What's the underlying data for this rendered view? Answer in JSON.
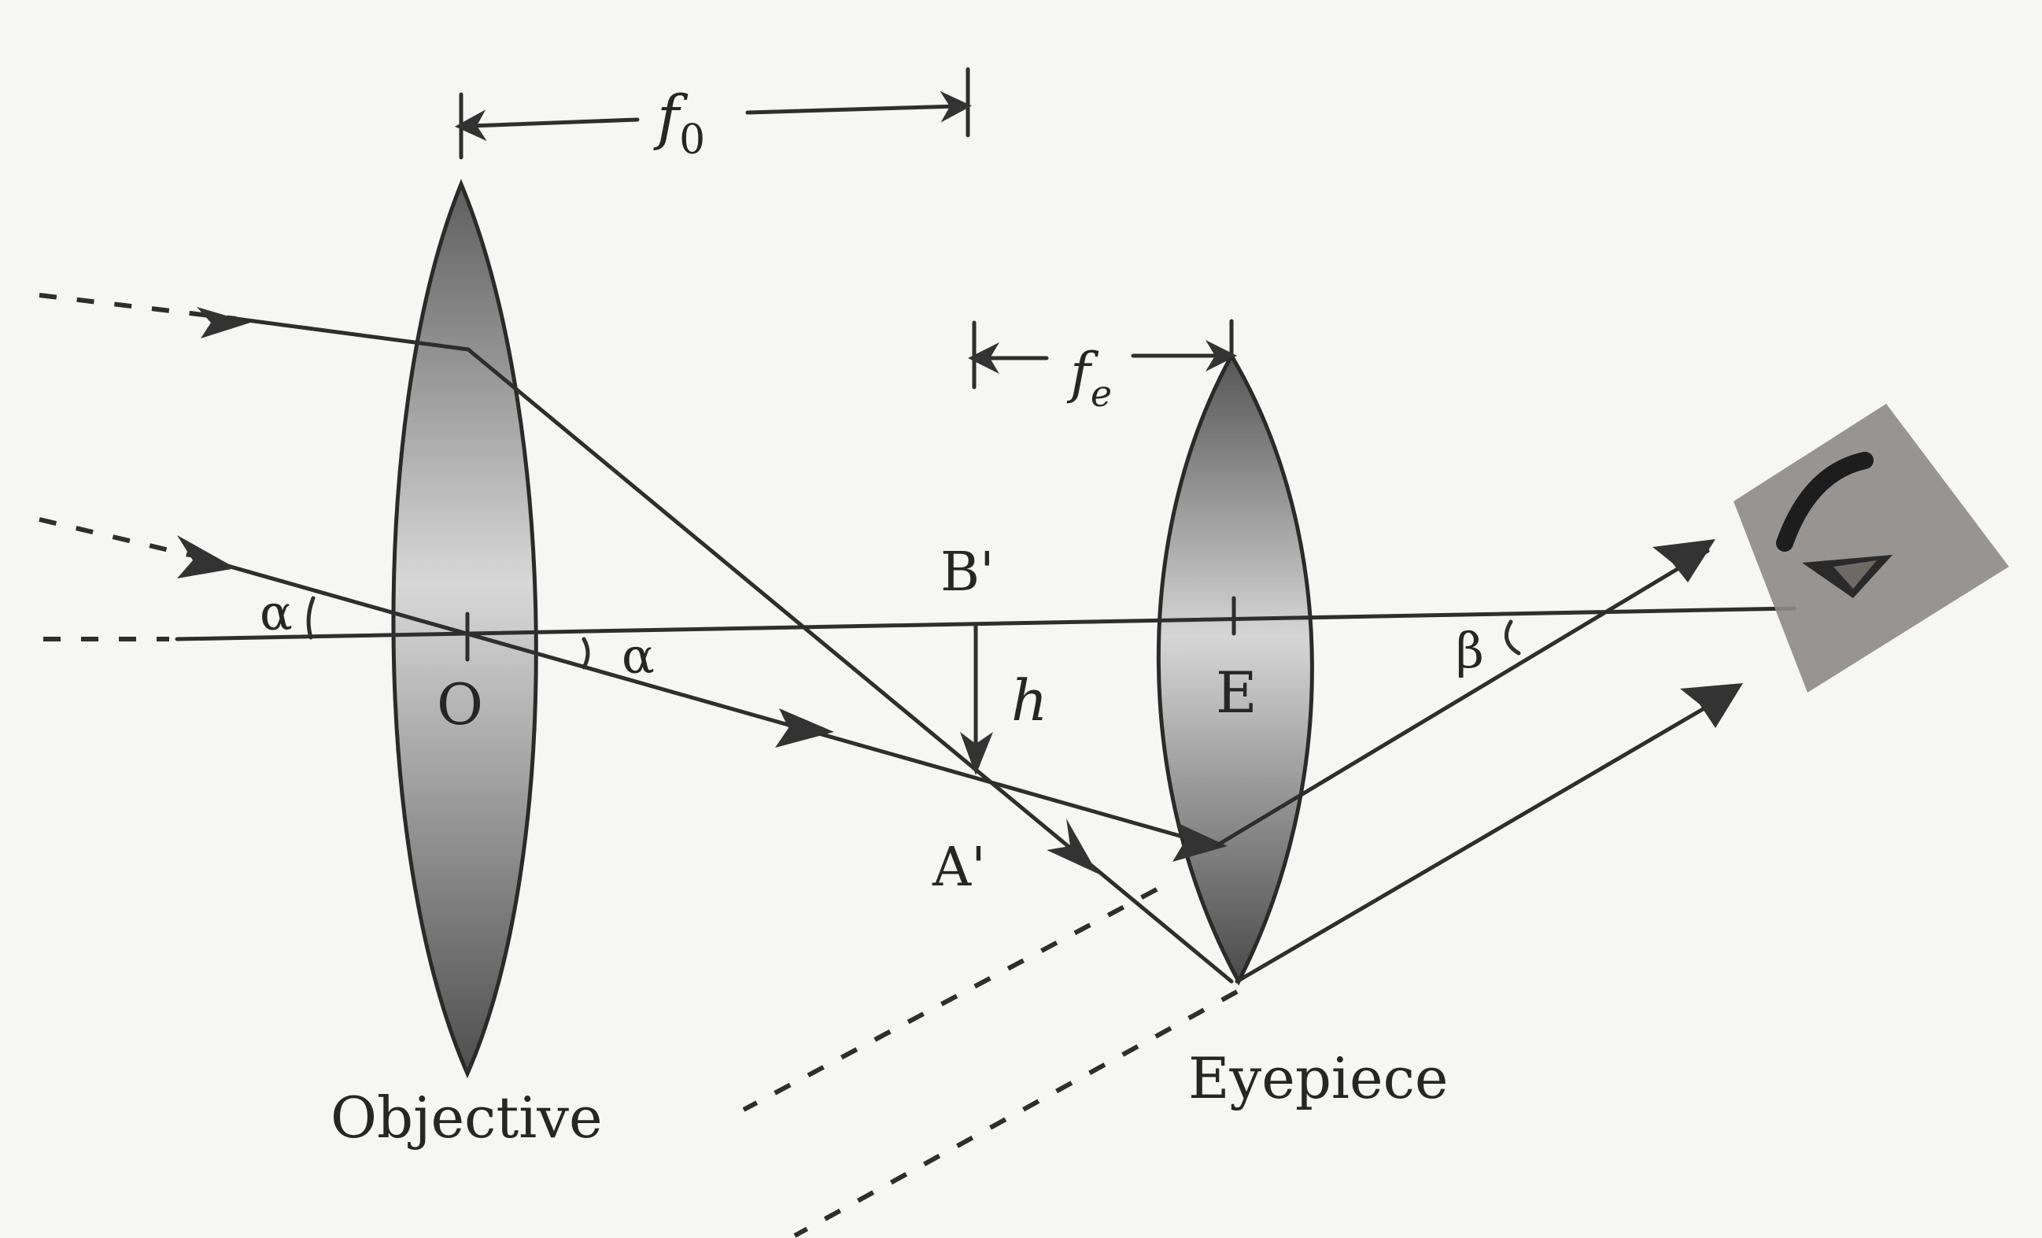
{
  "diagram": {
    "title": "Astronomical telescope ray diagram",
    "labels": {
      "objective_focal": "f",
      "objective_focal_sub": "0",
      "eyepiece_focal": "f",
      "eyepiece_focal_sub": "e",
      "objective_center": "O",
      "eyepiece_center": "E",
      "image_top": "B'",
      "image_bottom": "A'",
      "image_height": "h",
      "angle_in_left": "α",
      "angle_in_right": "α",
      "angle_out": "β",
      "objective_name": "Objective",
      "eyepiece_name": "Eyepiece"
    },
    "icons": [
      "eye-icon"
    ],
    "colors": {
      "ink": "#2e2e2e",
      "lens_dark": "#5a5a5a",
      "lens_light": "#cfcfcf",
      "eye_patch": "#8e8a86",
      "background": "#f6f6f4"
    }
  }
}
